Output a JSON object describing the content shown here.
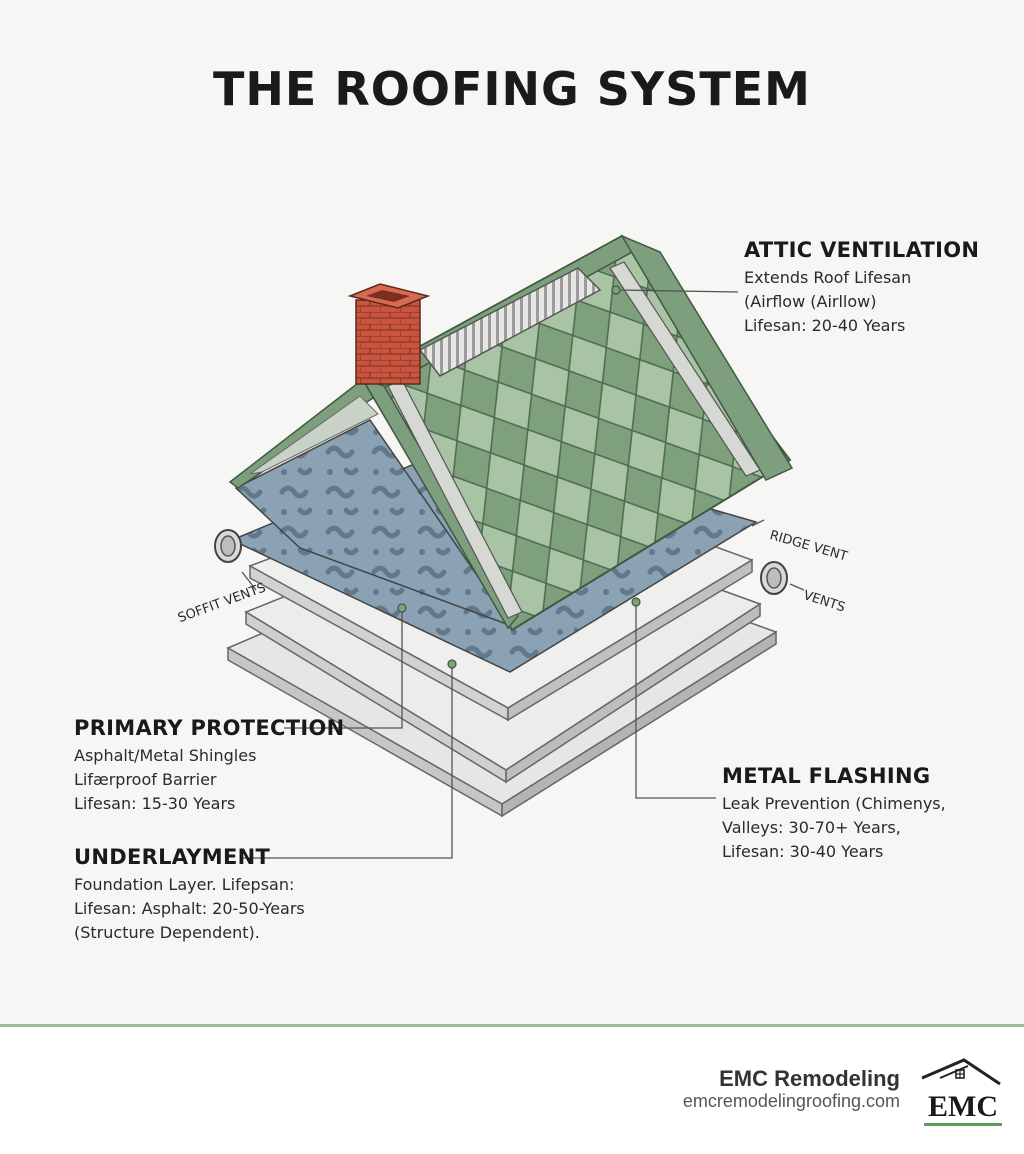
{
  "title": "THE ROOFING SYSTEM",
  "labels": {
    "attic_ventilation": {
      "title": "ATTIC VENTILATION",
      "lines": [
        "Extends Roof Lifesan",
        "(Airflow (Airllow)",
        "Lifesan: 20-40 Years"
      ]
    },
    "primary_protection": {
      "title": "PRIMARY PROTECTION",
      "lines": [
        "Asphalt/Metal Shingles",
        "Lifærproof Barrier",
        "Lifesan: 15-30 Years"
      ]
    },
    "underlayment": {
      "title": "UNDERLAYMENT",
      "lines": [
        "Foundation Layer. Lifepsan:",
        "Lifesan: Asphalt: 20-50-Years",
        "(Structure Dependent)."
      ]
    },
    "metal_flashing": {
      "title": "METAL FLASHING",
      "lines": [
        "Leak Prevention (Chimenys,",
        "Valleys: 30-70+ Years,",
        "Lifesan: 30-40 Years"
      ]
    }
  },
  "tags": {
    "ridge_vent": "RIDGE VENT",
    "vents": "VENTS",
    "soffit_vents": "SOFFIT VENTS"
  },
  "footer": {
    "brand": "EMC Remodeling",
    "url": "emcremodelingroofing.com",
    "logo_text": "EMC"
  },
  "colors": {
    "shingle_green": "#8fae8b",
    "shingle_dark": "#6f9470",
    "underlayment_blue": "#7f97a8",
    "chimney_red": "#c9553f",
    "footer_rule": "#9fb99d"
  }
}
